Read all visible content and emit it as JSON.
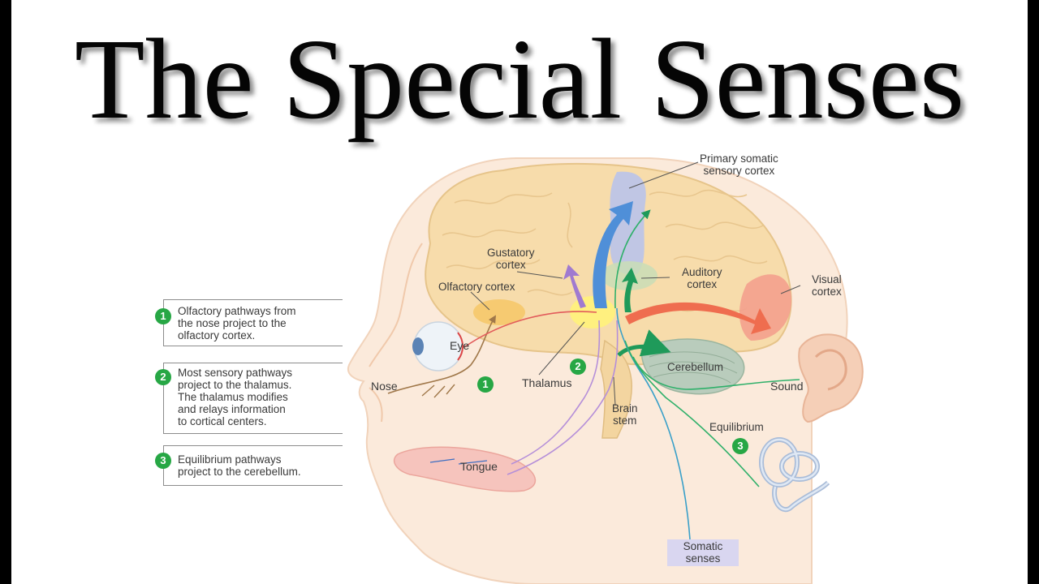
{
  "title": "The Special Senses",
  "labels": {
    "primary_somatic": [
      "Primary somatic",
      "sensory cortex"
    ],
    "gustatory": [
      "Gustatory",
      "cortex"
    ],
    "olfactory_cortex": "Olfactory cortex",
    "auditory": [
      "Auditory",
      "cortex"
    ],
    "visual": [
      "Visual",
      "cortex"
    ],
    "eye": "Eye",
    "nose": "Nose",
    "thalamus": "Thalamus",
    "cerebellum": "Cerebellum",
    "sound": "Sound",
    "brain_stem": [
      "Brain",
      "stem"
    ],
    "equilibrium": "Equilibrium",
    "tongue": "Tongue",
    "somatic_senses": [
      "Somatic",
      "senses"
    ]
  },
  "markers": {
    "one": "1",
    "two": "2",
    "three": "3"
  },
  "steps": [
    {
      "number": "1",
      "lines": [
        "Olfactory pathways from",
        "the nose project to the",
        "olfactory cortex."
      ]
    },
    {
      "number": "2",
      "lines": [
        "Most sensory pathways",
        "project to the thalamus.",
        "The thalamus modifies",
        "and relays information",
        "to cortical centers."
      ]
    },
    {
      "number": "3",
      "lines": [
        "Equilibrium pathways",
        "project to the cerebellum."
      ]
    }
  ],
  "colors": {
    "marker_green": "#27a745",
    "brain": "#f6dcaa",
    "skin": "#f9e6d4",
    "somatic_cortex": "#b9c3ea",
    "visual_cortex": "#f3a08d",
    "auditory_cortex": "#c9ddb6",
    "thalamus": "#fff27a",
    "tongue": "#f6c4bd"
  }
}
